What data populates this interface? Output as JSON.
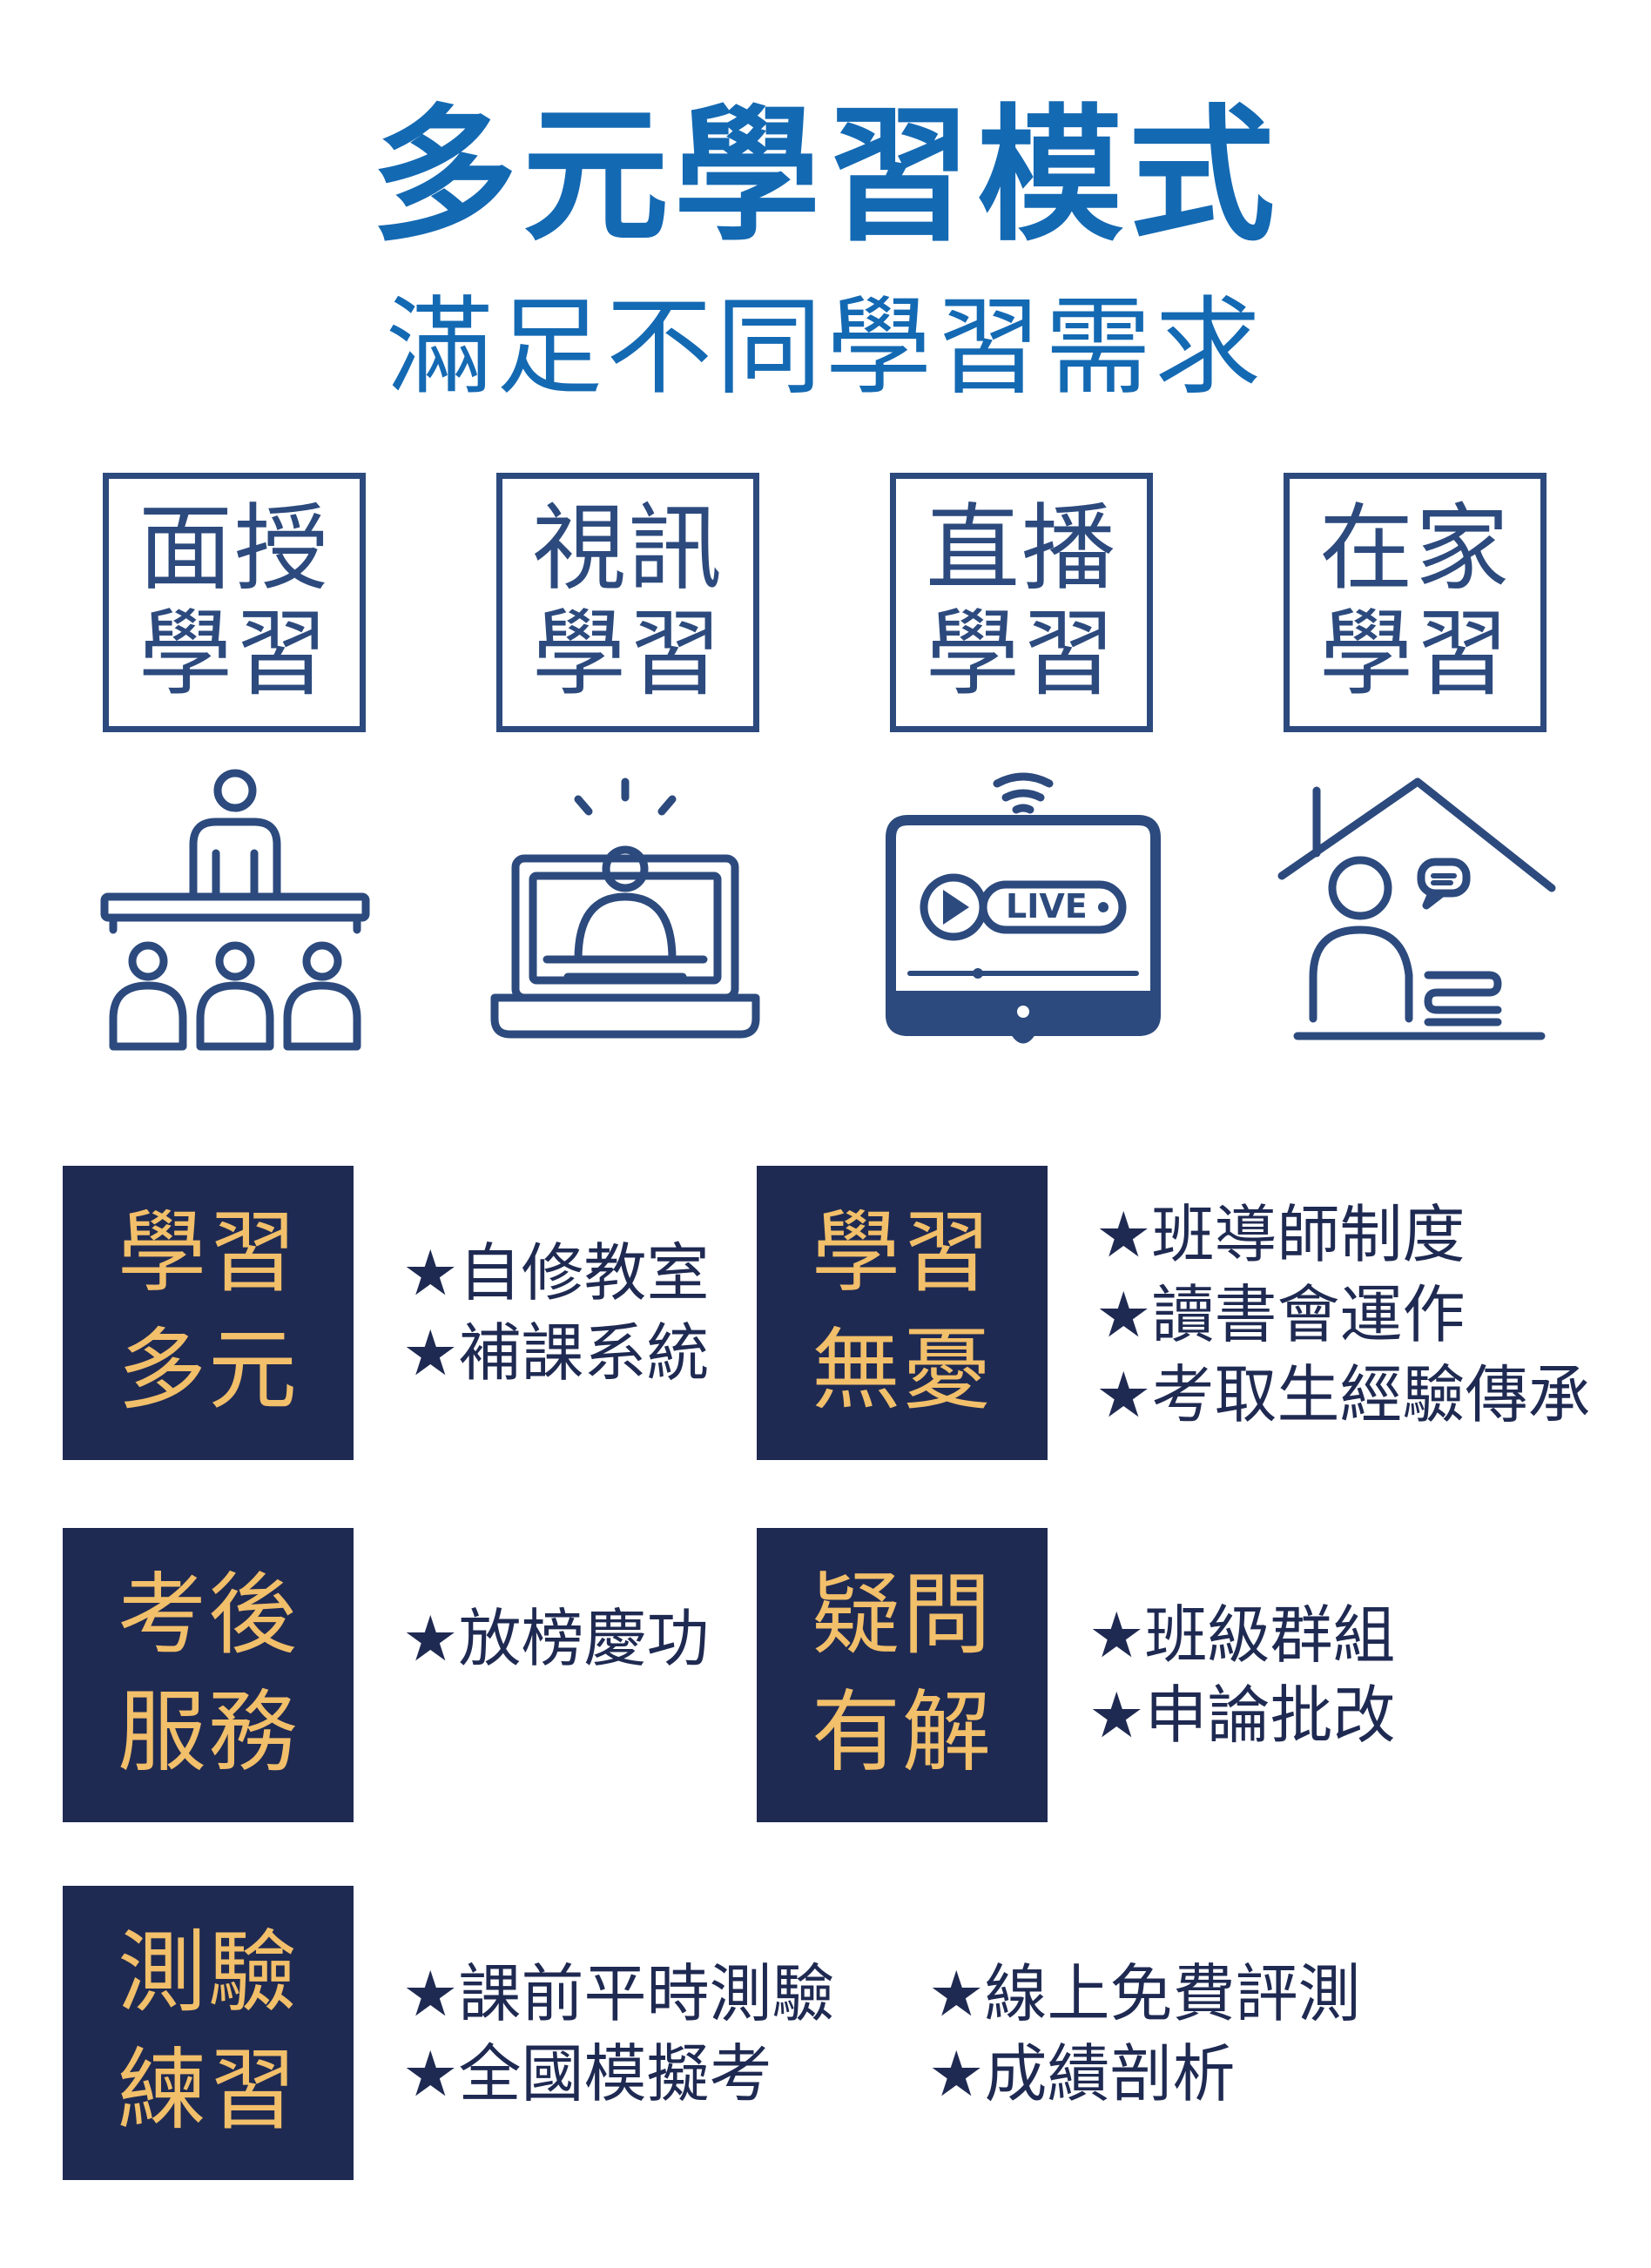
{
  "header": {
    "title": "多元學習模式",
    "subtitle": "滿足不同學習需求"
  },
  "modes": [
    {
      "line1": "面授",
      "line2": "學習",
      "icon": "classroom-icon"
    },
    {
      "line1": "視訊",
      "line2": "學習",
      "icon": "laptop-video-icon"
    },
    {
      "line1": "直播",
      "line2": "學習",
      "icon": "live-tv-icon"
    },
    {
      "line1": "在家",
      "line2": "學習",
      "icon": "home-study-icon"
    }
  ],
  "icons": {
    "live_label": "LIVE"
  },
  "features": [
    {
      "line1": "學習",
      "line2": "多元",
      "items": [
        "★自修教室",
        "★補課系統"
      ]
    },
    {
      "line1": "學習",
      "line2": "無憂",
      "items": [
        "★班導師制度",
        "★讀書會運作",
        "★考取生經驗傳承"
      ]
    },
    {
      "line1": "考後",
      "line2": "服務",
      "items": [
        "★放榜慶功"
      ]
    },
    {
      "line1": "疑問",
      "line2": "有解",
      "items": [
        "★班級群組",
        "★申論批改"
      ]
    },
    {
      "line1": "測驗",
      "line2": "練習",
      "items": [
        "★課前平時測驗",
        "★全國模擬考"
      ],
      "items2": [
        "★線上免費評測",
        "★成績剖析"
      ]
    }
  ],
  "colors": {
    "title": "#1469b3",
    "navy": "#1f2a52",
    "icon_stroke": "#2c4a7d",
    "gold": "#f2bf6a"
  }
}
